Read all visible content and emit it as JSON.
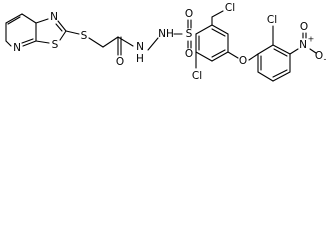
{
  "molecule": {
    "atoms": {
      "thiazole_n": "N",
      "thiazole_s": "S",
      "pyridine_n": "N",
      "thioether_s": "S",
      "carbonyl_o": "O",
      "hydrazide_nh1": "N",
      "hydrazide_h1": "H",
      "hydrazide_nh2": "N",
      "hydrazide_h2": "H",
      "sulfonyl_s": "S",
      "sulfonyl_o_top": "O",
      "sulfonyl_o_bottom": "O",
      "chloro_upper": "Cl",
      "chloro_lower": "Cl",
      "ether_o": "O",
      "chloro_right": "Cl",
      "nitro_n": "N",
      "nitro_plus": "+",
      "nitro_o_top": "O",
      "nitro_o_minus": "-",
      "nitro_o_bottom": "O"
    }
  }
}
